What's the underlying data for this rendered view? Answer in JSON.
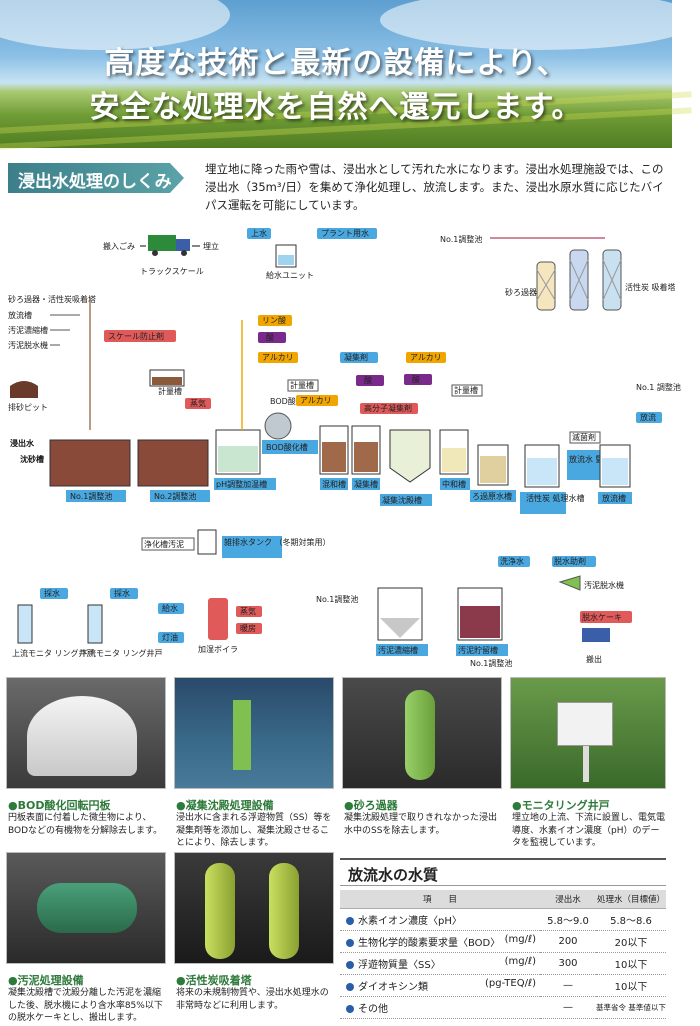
{
  "hero": {
    "line1": "高度な技術と最新の設備により、",
    "line2": "安全な処理水を自然へ還元します。"
  },
  "section": {
    "heading": "浸出水処理のしくみ",
    "intro": "埋立地に降った雨や雪は、浸出水として汚れた水になります。浸出水処理施設では、この浸出水（35m³/日）を集めて浄化処理し、放流します。また、浸出水原水質に応じたバイパス運転を可能にしています。"
  },
  "diagram": {
    "labels": {
      "hannyu": "搬入ごみ",
      "umetate": "埋立",
      "truck_scale": "トラックスケール",
      "jousui": "上水",
      "plant": "プラント用水",
      "kyusui_unit": "給水ユニット",
      "no1_chosei_top": "No.1調整池",
      "sand_filter": "砂ろ過器",
      "carbon_tower": "活性炭\n吸着塔",
      "l_sand": "砂ろ過器・活性炭吸着塔",
      "l_houryu": "放流槽",
      "l_odei_nou": "汚泥濃縮槽",
      "l_odei_dassui": "汚泥脱水機",
      "scale": "スケール防止剤",
      "keiryou1": "計量槽",
      "haisa_pit": "排砂ピット",
      "shinshutsu": "浸出水",
      "chinsachi": "沈砂槽",
      "no1_pond": "No.1調整池",
      "no2_pond": "No.2調整池",
      "jouki": "蒸気",
      "rinsan": "リン酸",
      "san": "酸",
      "alkali1": "アルカリ",
      "bod_plate": "BOD酸化\n回転円板",
      "bod_tank": "BOD酸化槽",
      "ph_tank": "pH調整加温槽",
      "keiryou2": "計量槽",
      "alkali2": "アルカリ",
      "gyoshu": "凝集剤",
      "san2": "酸",
      "kobunshi": "高分子凝集剤",
      "alkali3": "アルカリ",
      "san3": "酸",
      "keiryou3": "計量槽",
      "konwa": "混和槽",
      "gyoshu_tank": "凝集槽",
      "gyoshu_chinden": "凝集沈殿槽",
      "chuwa": "中和槽",
      "rogen": "ろ過原水槽",
      "carbon_water": "活性炭\n処理水槽",
      "houryu_tank": "放流槽",
      "houryu_kanshi": "放流水\n監視槽",
      "enso": "滅菌剤",
      "no1_right": "No.1\n調整池",
      "houryu_out": "放流",
      "jouka_tank": "浄化槽汚泥",
      "kaihaisui": "雑排水タンク\n（冬期対策用）",
      "no1_mid": "No.1調整池",
      "no1_bot": "No.1調整池",
      "sensui": "洗浄水",
      "dassui_jo": "脱水助剤",
      "odei_dassuiki": "汚泥脱水機",
      "dassui_cake": "脱水ケーキ",
      "hanshutsu": "搬出",
      "odei_nousyuku": "汚泥濃縮槽",
      "odei_chozou": "汚泥貯留槽",
      "saisui1": "採水",
      "saisui2": "採水",
      "jouryu_well": "上流モニタ\nリング井戸",
      "karyu_well": "下流モニタ\nリング井戸",
      "kyusui": "給水",
      "touyu": "灯油",
      "jouki2": "蒸気",
      "danbou": "暖房",
      "boiler": "加湿ボイラ"
    }
  },
  "photos": [
    {
      "title": "●BOD酸化回転円板",
      "text": "円板表面に付着した微生物により、BODなどの有機物を分解除去します。"
    },
    {
      "title": "●凝集沈殿処理設備",
      "text": "浸出水に含まれる浮遊物質（SS）等を凝集剤等を添加し、凝集沈殿させることにより、除去します。"
    },
    {
      "title": "●砂ろ過器",
      "text": "凝集沈殿処理で取りきれなかった浸出水中のSSを除去します。"
    },
    {
      "title": "●モニタリング井戸",
      "text": "埋立地の上流、下流に設置し、電気電導度、水素イオン濃度（pH）のデータを監視しています。"
    },
    {
      "title": "●汚泥処理設備",
      "text": "凝集沈殿槽で沈殿分離した汚泥を濃縮した後、脱水機により含水率85%以下の脱水ケーキとし、搬出します。"
    },
    {
      "title": "●活性炭吸着塔",
      "text": "将来の未規制物質や、浸出水処理水の非常時などに利用します。"
    }
  ],
  "quality": {
    "title": "放流水の水質",
    "headers": {
      "item": "項　　目",
      "raw": "浸出水",
      "target": "処理水（目標値）"
    },
    "rows": [
      {
        "item": "水素イオン濃度〈pH〉",
        "unit": "",
        "raw": "5.8〜9.0",
        "target": "5.8〜8.6"
      },
      {
        "item": "生物化学的酸素要求量〈BOD〉",
        "unit": "(mg/ℓ)",
        "raw": "200",
        "target": "20以下"
      },
      {
        "item": "浮遊物質量〈SS〉",
        "unit": "(mg/ℓ)",
        "raw": "300",
        "target": "10以下"
      },
      {
        "item": "ダイオキシン類",
        "unit": "(pg-TEQ/ℓ)",
        "raw": "—",
        "target": "10以下"
      },
      {
        "item": "その他",
        "unit": "",
        "raw": "—",
        "target": "基準省令\n基準値以下"
      }
    ]
  },
  "colors": {
    "accent": "#3c7f8a",
    "flow_blue": "#4aa8e0",
    "flow_pink": "#c0607a",
    "flow_brown": "#8a5a3a",
    "chem_orange": "#f0a500",
    "chem_purple": "#7a2a8a",
    "chem_red": "#e05a5a"
  }
}
